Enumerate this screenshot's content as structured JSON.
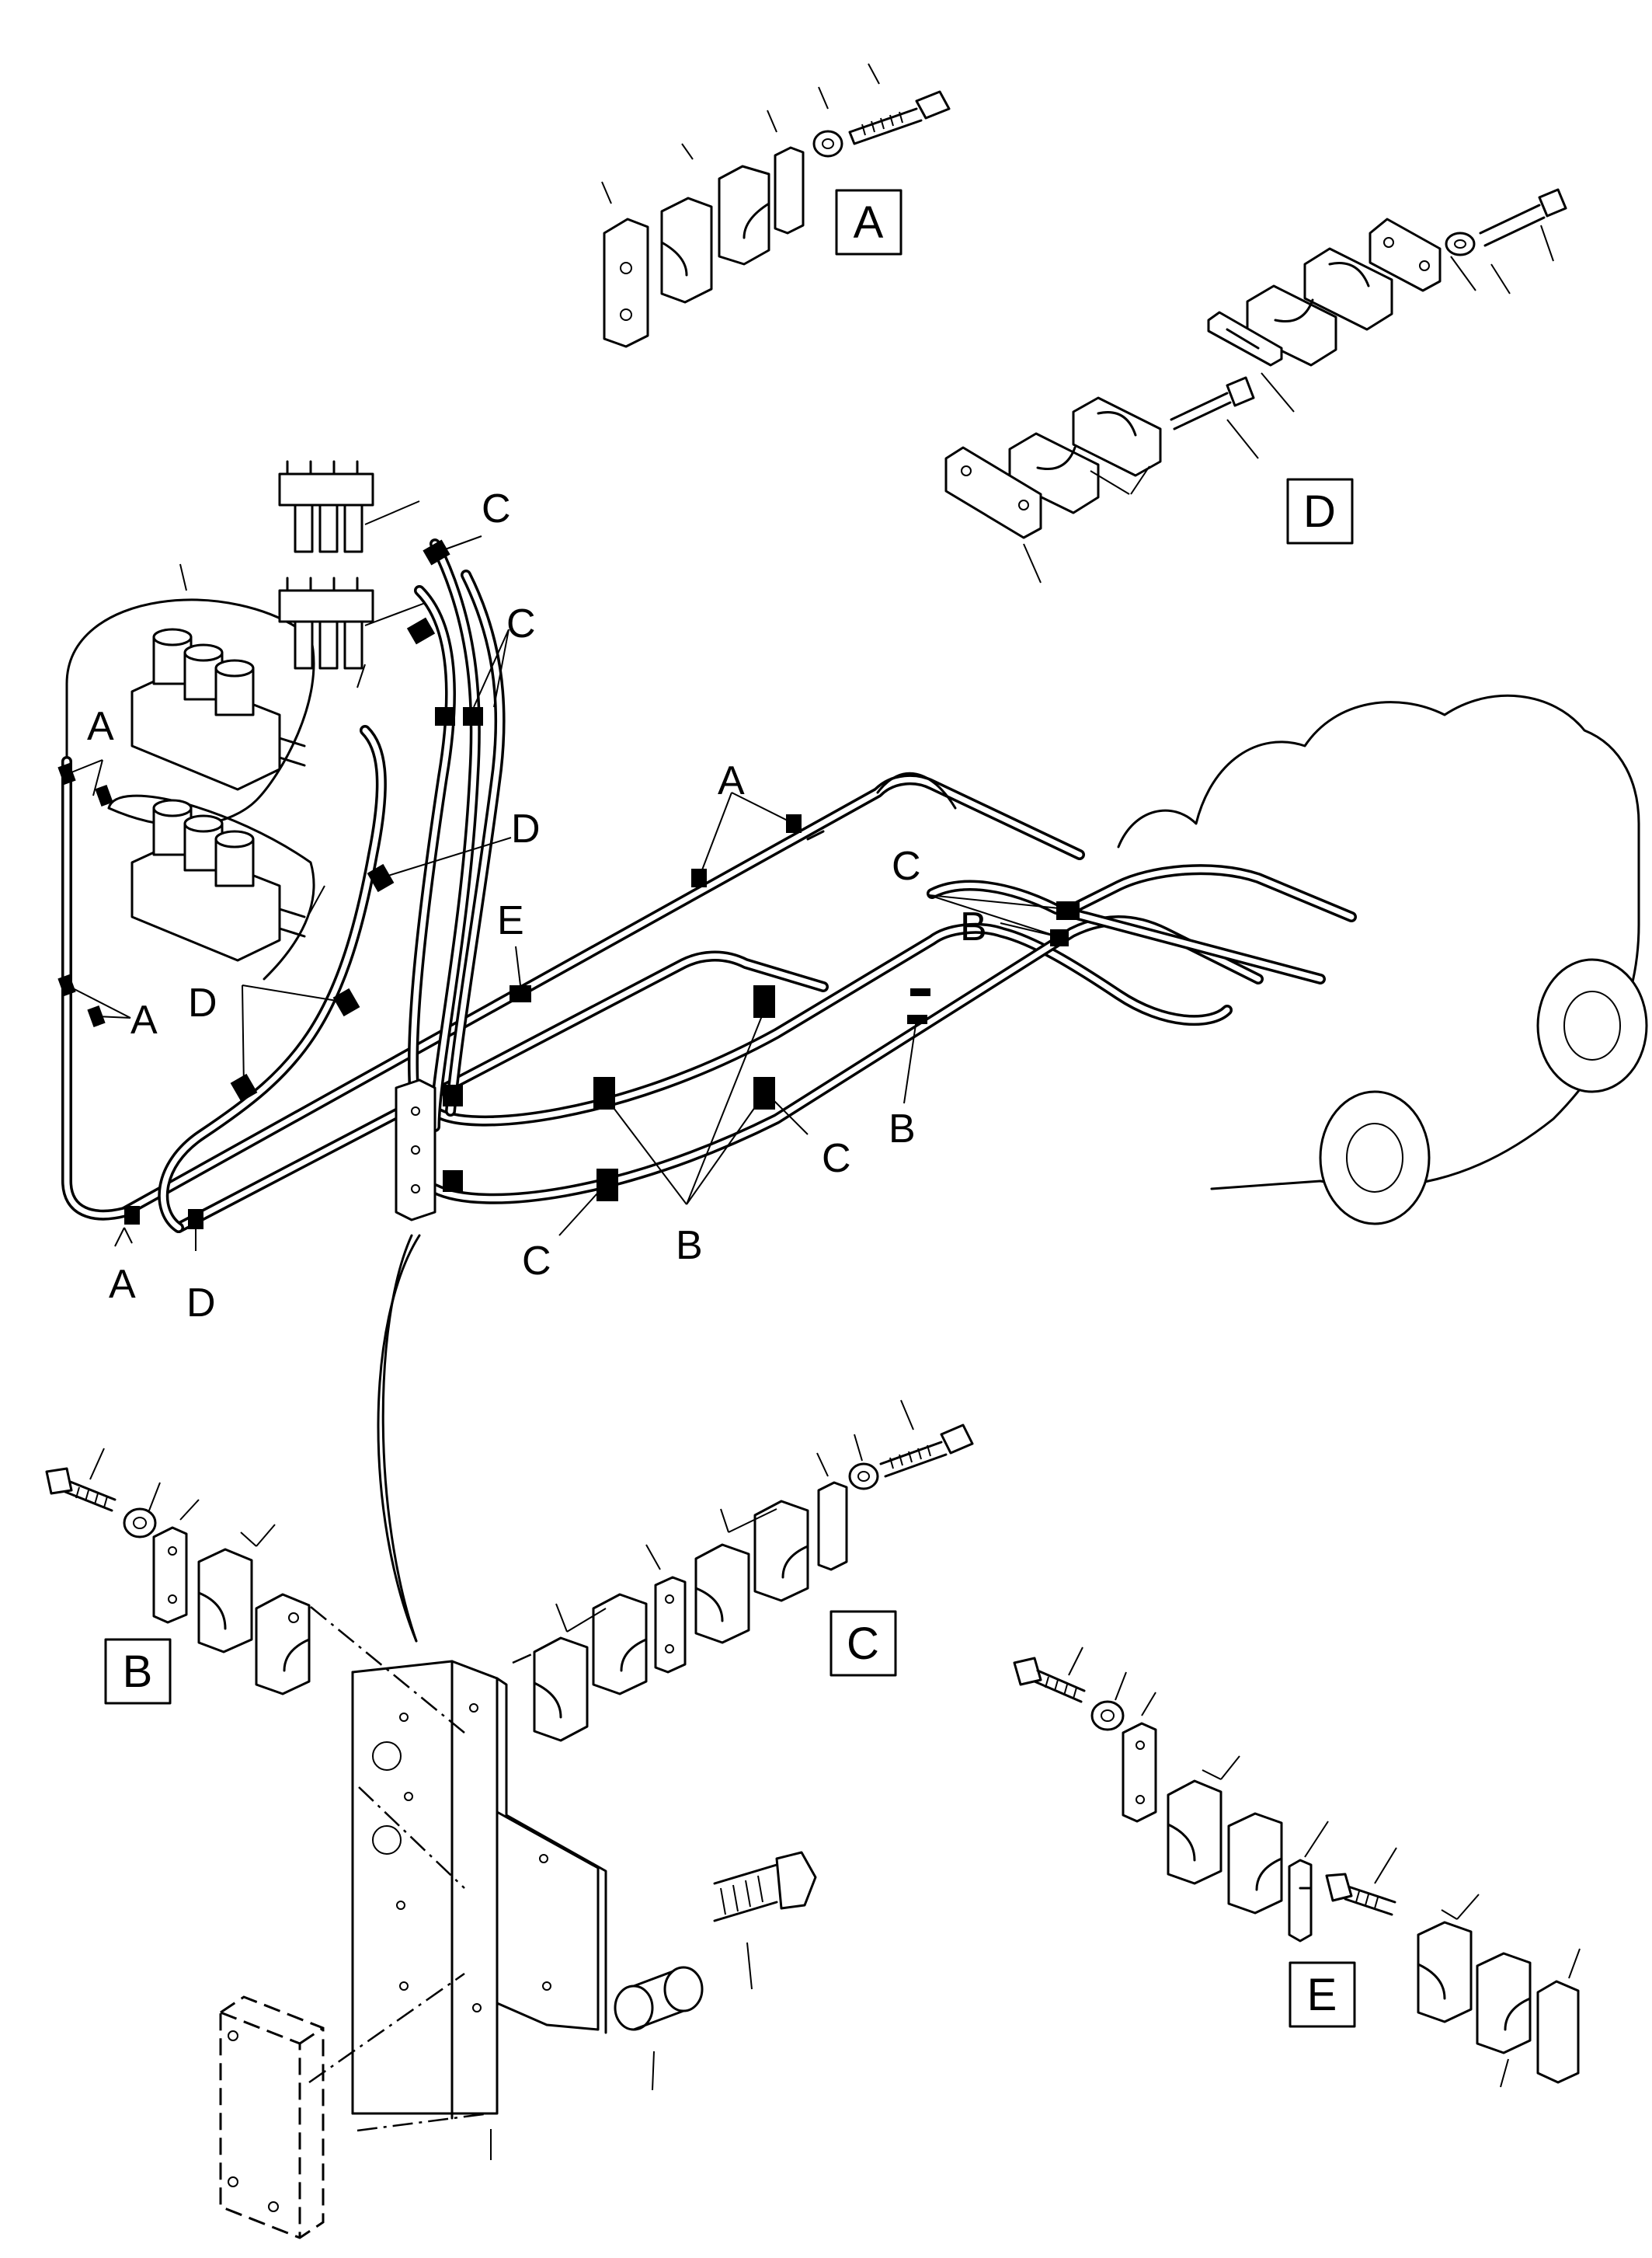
{
  "detail_labels": {
    "A": "A",
    "B": "B",
    "C": "C",
    "D": "D",
    "E": "E"
  },
  "callouts": {
    "c_top_1": "C",
    "c_top_2": "C",
    "a_left_upper": "A",
    "a_left_mid": "A",
    "a_left_bottom": "A",
    "a_top_mid": "A",
    "d_mid": "D",
    "d_left": "D",
    "d_bottom": "D",
    "e_mid": "E",
    "c_right_upper": "C",
    "b_right_upper": "B",
    "b_right_lower": "B",
    "c_right_lower": "C",
    "c_bottom": "C",
    "b_bottom": "B"
  }
}
